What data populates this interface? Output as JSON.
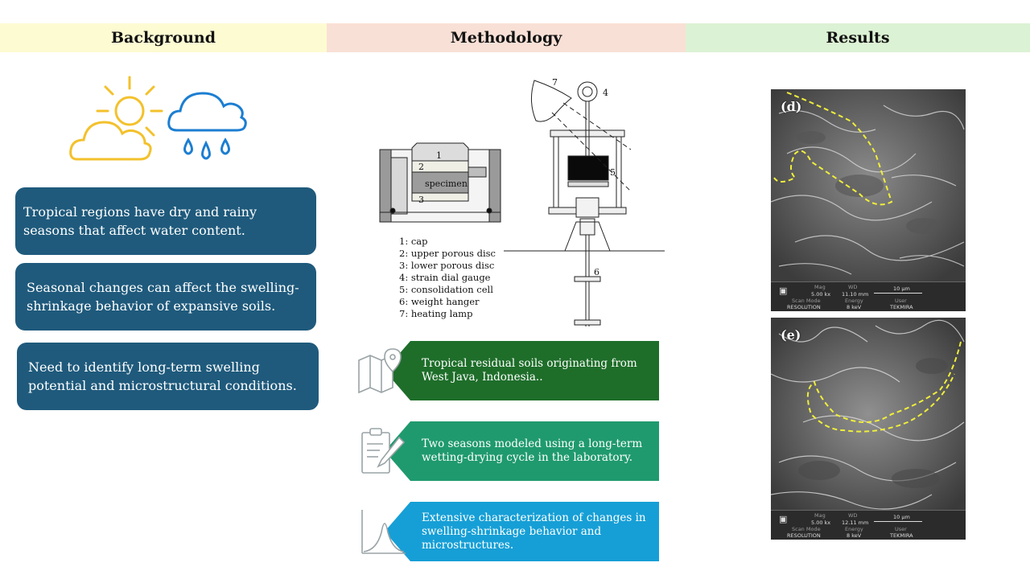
{
  "headers": {
    "background": {
      "label": "Background",
      "color": "#fdfbd2"
    },
    "methodology": {
      "label": "Methodology",
      "color": "#f9e0d6"
    },
    "results": {
      "label": "Results",
      "color": "#dcf2d4"
    }
  },
  "background_cards": [
    {
      "text": "Tropical regions have dry and rainy seasons that affect water content."
    },
    {
      "text": "Seasonal changes can affect the swelling-shrinkage behavior of expansive soils."
    },
    {
      "text": "Need to identify long-term swelling potential and microstructural conditions."
    }
  ],
  "weather_icons": [
    "sun-cloud-icon",
    "rain-cloud-icon"
  ],
  "apparatus": {
    "specimen_label": "specimen",
    "numbers": [
      "1",
      "2",
      "3",
      "4",
      "5",
      "6",
      "7"
    ],
    "legend": [
      "1: cap",
      "2: upper porous disc",
      "3: lower porous disc",
      "4: strain dial gauge",
      "5: consolidation cell",
      "6: weight hanger",
      "7: heating lamp"
    ]
  },
  "methodology_steps": [
    {
      "text": "Tropical residual soils originating from West Java, Indonesia..",
      "color": "#1e6e2a",
      "icon": "map-pin-icon"
    },
    {
      "text": "Two seasons modeled using a long-term wetting-drying cycle in the laboratory.",
      "color": "#1f9a6e",
      "icon": "clipboard-pencil-icon"
    },
    {
      "text": "Extensive characterization of changes in swelling-shrinkage behavior and microstructures.",
      "color": "#169fd6",
      "icon": "bell-curve-chart-icon"
    }
  ],
  "sem_images": [
    {
      "label": "(d)",
      "mag_label": "Mag",
      "mag": "5.00 kx",
      "wd_label": "WD",
      "wd": "11.10 mm",
      "scale": "10 μm",
      "scan_label": "Scan Mode",
      "scan": "RESOLUTION",
      "energy_label": "Energy",
      "energy": "8 keV",
      "user_label": "User",
      "user": "TEKMIRA"
    },
    {
      "label": "(e)",
      "mag_label": "Mag",
      "mag": "5.00 kx",
      "wd_label": "WD",
      "wd": "12.11 mm",
      "scale": "10 μm",
      "scan_label": "Scan Mode",
      "scan": "RESOLUTION",
      "energy_label": "Energy",
      "energy": "8 keV",
      "user_label": "User",
      "user": "TEKMIRA"
    }
  ]
}
